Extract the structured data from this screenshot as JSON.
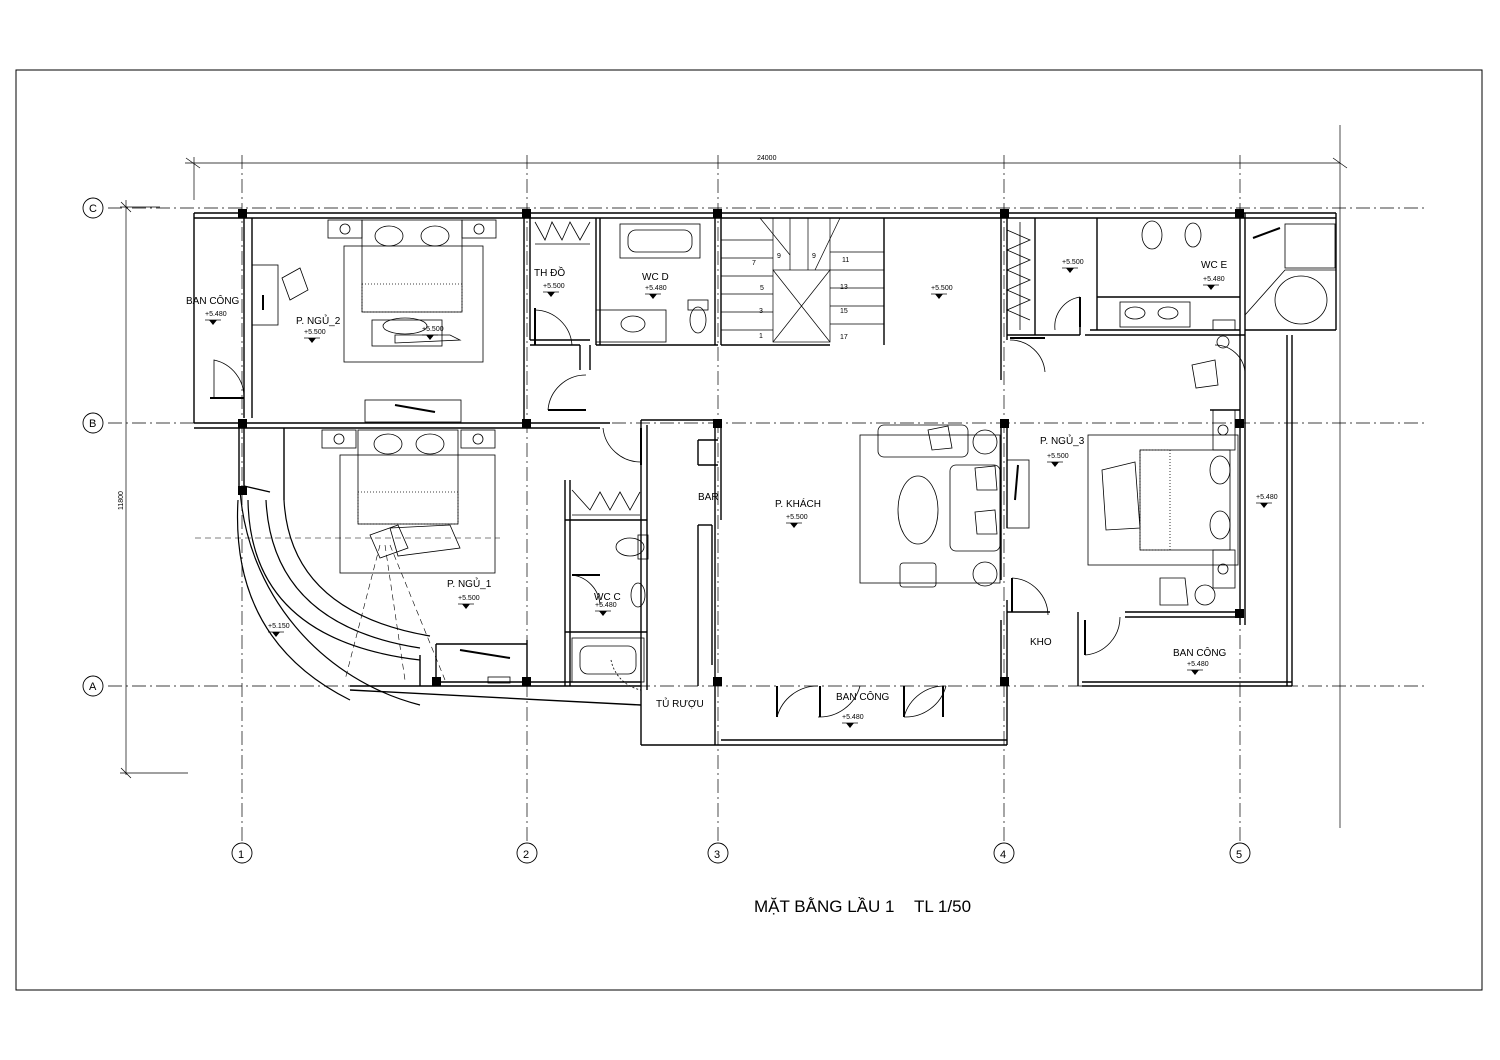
{
  "drawing": {
    "title": "MẶT BẰNG LẦU 1",
    "scale": "TL 1/50",
    "overall_width": "24000",
    "overall_depth": "11800"
  },
  "grid_axes": {
    "columns": [
      "1",
      "2",
      "3",
      "4",
      "5"
    ],
    "rows": [
      "C",
      "B",
      "A"
    ]
  },
  "rooms": {
    "bedroom_2": "P. NGỦ_2",
    "bedroom_1": "P. NGỦ_1",
    "bedroom_3": "P. NGỦ_3",
    "living": "P. KHÁCH",
    "wardrobe": "TH ĐỒ",
    "wc_d": "WC D",
    "wc_c": "WC C",
    "wc_e": "WC E",
    "balcony_left": "BAN CÔNG",
    "balcony_right": "BAN CÔNG",
    "balcony_front": "BAN CÔNG",
    "bar": "BAR",
    "wine": "TỦ RƯỢU",
    "storage": "KHO"
  },
  "levels": {
    "bedroom_2": "+5.500",
    "bed2_sofa": "+5.500",
    "balcony_left": "+5.480",
    "wardrobe": "+5.500",
    "wc_d": "+5.480",
    "hall": "+5.500",
    "closet_e": "+5.500",
    "wc_e": "+5.480",
    "bedroom_3": "+5.500",
    "east": "+5.480",
    "living": "+5.500",
    "bedroom_1": "+5.500",
    "wc_c": "+5.480",
    "curve": "+5.150",
    "balcony_front": "+5.480",
    "balcony_right": "+5.480"
  },
  "stair_numbers": [
    "7",
    "9",
    "9",
    "11",
    "5",
    "13",
    "3",
    "15",
    "1",
    "17"
  ]
}
